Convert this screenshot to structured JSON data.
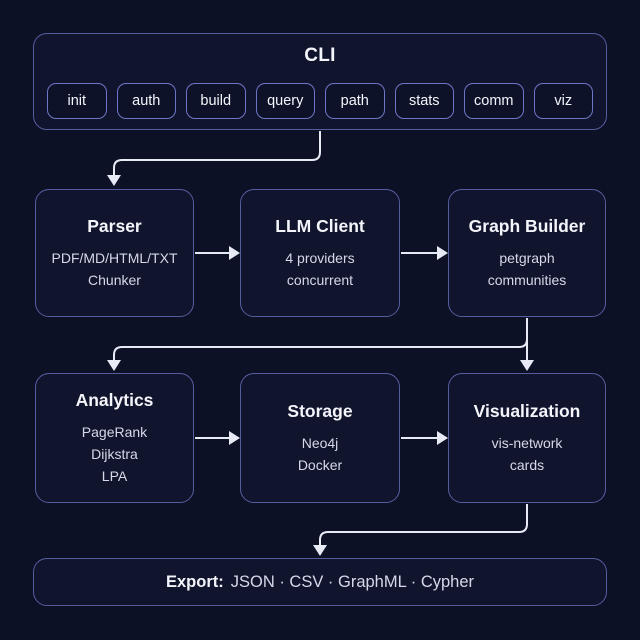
{
  "cli": {
    "title": "CLI",
    "commands": [
      "init",
      "auth",
      "build",
      "query",
      "path",
      "stats",
      "comm",
      "viz"
    ]
  },
  "nodes": [
    {
      "id": "parser",
      "title": "Parser",
      "lines": [
        "PDF/MD/HTML/TXT",
        "Chunker"
      ]
    },
    {
      "id": "llm-client",
      "title": "LLM Client",
      "lines": [
        "4 providers",
        "concurrent"
      ]
    },
    {
      "id": "graph-builder",
      "title": "Graph Builder",
      "lines": [
        "petgraph",
        "communities"
      ]
    },
    {
      "id": "analytics",
      "title": "Analytics",
      "lines": [
        "PageRank",
        "Dijkstra",
        "LPA"
      ]
    },
    {
      "id": "storage",
      "title": "Storage",
      "lines": [
        "Neo4j",
        "Docker"
      ]
    },
    {
      "id": "visualization",
      "title": "Visualization",
      "lines": [
        "vis-network",
        "cards"
      ]
    }
  ],
  "export": {
    "label": "Export:",
    "formats": "JSON · CSV · GraphML · Cypher"
  },
  "edges": [
    "cli -> parser",
    "parser -> llm-client",
    "llm-client -> graph-builder",
    "graph-builder -> analytics",
    "graph-builder -> visualization",
    "analytics -> storage",
    "storage -> visualization",
    "visualization -> export"
  ],
  "colors": {
    "background": "#0d1126",
    "box_fill": "#10142c",
    "chip_fill": "#0e1228",
    "border": "#565d9f",
    "chip_border": "#6d76c6",
    "arrow": "#e8eaf6",
    "text": "#f4f5fa",
    "subtext": "#d5d9e9"
  }
}
